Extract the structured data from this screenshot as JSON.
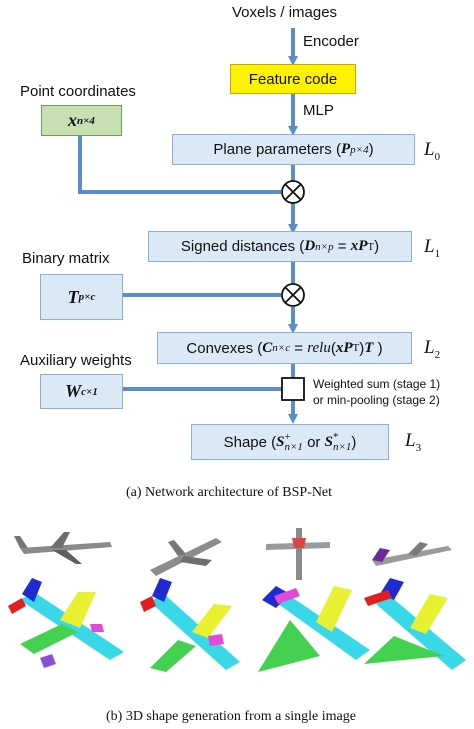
{
  "top_input": "Voxels / images",
  "encoder": "Encoder",
  "feature_code": "Feature code",
  "mlp": "MLP",
  "plane_params": {
    "label": "Plane parameters",
    "symbol": "P",
    "sub": "p×4"
  },
  "point_coords": {
    "label": "Point coordinates",
    "symbol": "x",
    "sub": "n×4"
  },
  "signed_distances": {
    "label": "Signed distances",
    "symbol": "D",
    "sub": "n×p",
    "expr": "xP",
    "sup": "T"
  },
  "binary_matrix": {
    "label": "Binary matrix",
    "symbol": "T",
    "sub": "p×c"
  },
  "convexes": {
    "label": "Convexes",
    "symbol": "C",
    "sub": "n×c",
    "func": "relu",
    "expr": "xP",
    "sup": "T",
    "tail": "T"
  },
  "aux_weights": {
    "label": "Auxiliary weights",
    "symbol": "W",
    "sub": "c×1"
  },
  "weighted_sum": {
    "line1": "Weighted sum (stage 1)",
    "line2": "or min-pooling (stage 2)"
  },
  "shape": {
    "label": "Shape",
    "s1": "S",
    "s1_sup": "+",
    "s1_sub": "n×1",
    "or": "or",
    "s2": "S",
    "s2_sup": "*",
    "s2_sub": "n×1"
  },
  "losses": {
    "l0": "L",
    "l0_sub": "0",
    "l1": "L",
    "l1_sub": "1",
    "l2": "L",
    "l2_sub": "2",
    "l3": "L",
    "l3_sub": "3"
  },
  "caption_a": "(a)  Network architecture of BSP-Net",
  "caption_b": "(b)  3D shape generation from a single image",
  "colors": {
    "arrow": "#5b8ec9",
    "box_blue": "#dbe8f6",
    "box_green": "#c6e0b4",
    "box_yellow": "#fff200"
  },
  "airplanes": {
    "count": 4
  }
}
